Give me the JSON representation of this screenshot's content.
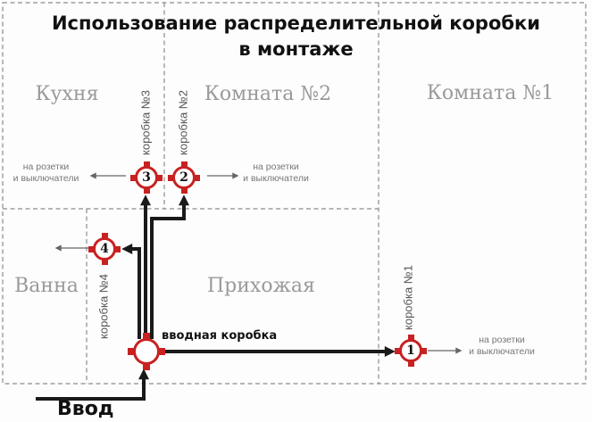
{
  "title": {
    "line1": "Использование распределительной коробки",
    "line2": "в монтаже"
  },
  "rooms": {
    "kitchen": "Кухня",
    "room2": "Комната №2",
    "room1": "Комната №1",
    "bath": "Ванна",
    "hall": "Прихожая"
  },
  "boxes": {
    "box1": {
      "number": "1",
      "label": "коробка №1"
    },
    "box2": {
      "number": "2",
      "label": "коробка №2"
    },
    "box3": {
      "number": "3",
      "label": "коробка №3"
    },
    "box4": {
      "number": "4",
      "label": "коробка №4"
    },
    "input_box": {
      "label": "вводная коробка"
    }
  },
  "annotations": {
    "outlets_line1": "на розетки",
    "outlets_line2": "и выключатели",
    "service_entry": "Ввод"
  },
  "connections": [
    "Ввод → вводная коробка",
    "вводная коробка → коробка №1",
    "вводная коробка → коробка №2",
    "вводная коробка → коробка №3",
    "вводная коробка → коробка №4",
    "коробка №1 → на розетки и выключатели",
    "коробка №2 → на розетки и выключатели",
    "коробка №3 → на розетки и выключатели"
  ],
  "colors": {
    "box_red": "#c82121",
    "wire_black": "#1a1a1a",
    "room_label_gray": "#9a9a9a",
    "dashed_wall_gray": "#8c8c8c",
    "annotation_gray": "#777777"
  }
}
